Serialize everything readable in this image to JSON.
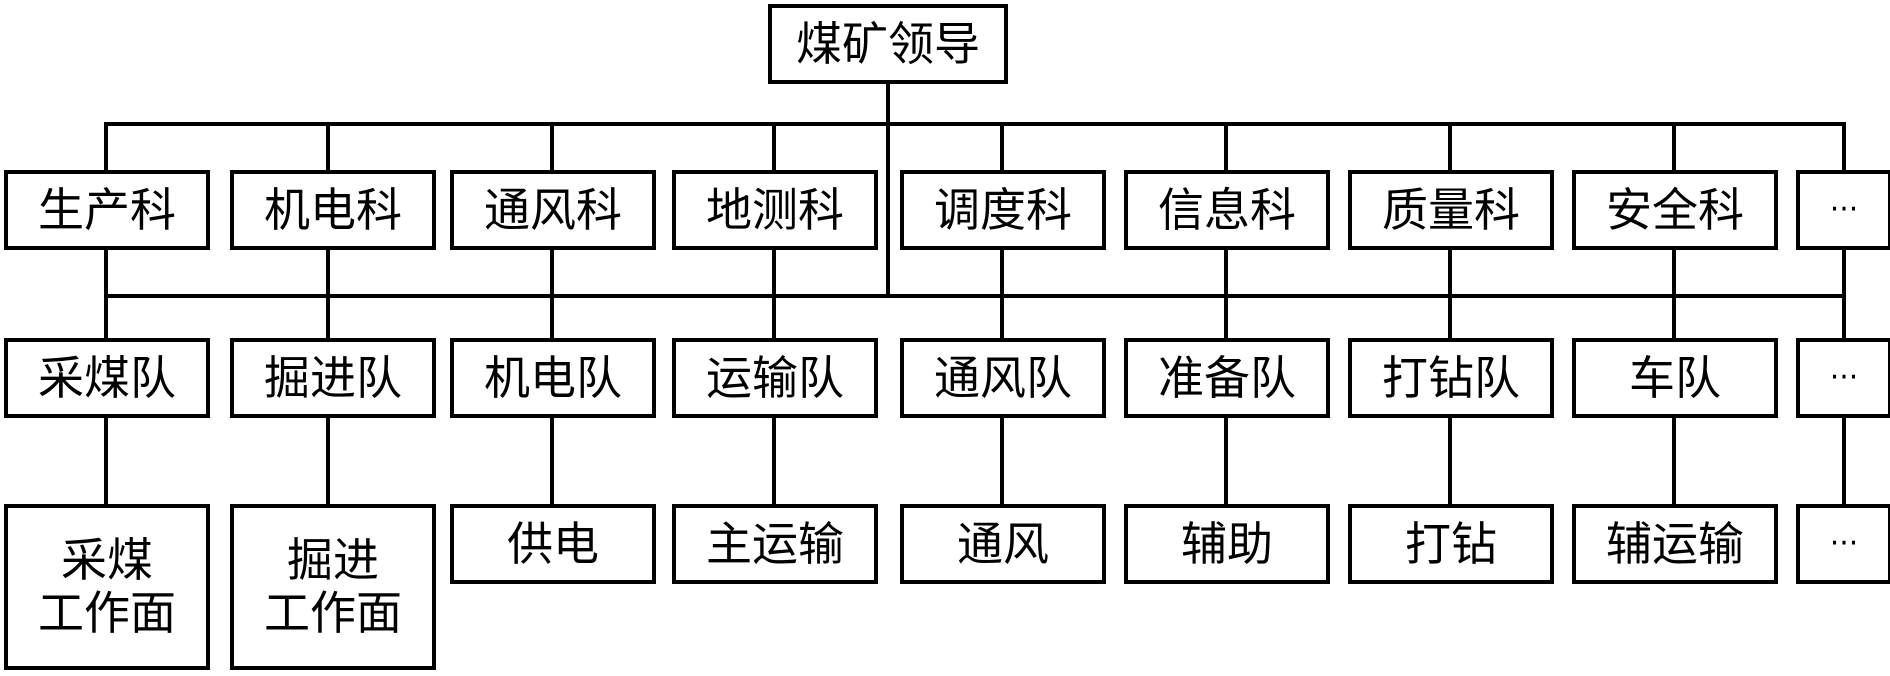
{
  "root": {
    "label": "煤矿领导"
  },
  "sections": [
    "生产科",
    "机电科",
    "通风科",
    "地测科",
    "调度科",
    "信息科",
    "质量科",
    "安全科",
    "···"
  ],
  "teams": [
    "采煤队",
    "掘进队",
    "机电队",
    "运输队",
    "通风队",
    "准备队",
    "打钻队",
    "车队",
    "···"
  ],
  "sites": [
    "采煤\n工作面",
    "掘进\n工作面",
    "供电",
    "主运输",
    "通风",
    "辅助",
    "打钻",
    "辅运输",
    "···"
  ]
}
